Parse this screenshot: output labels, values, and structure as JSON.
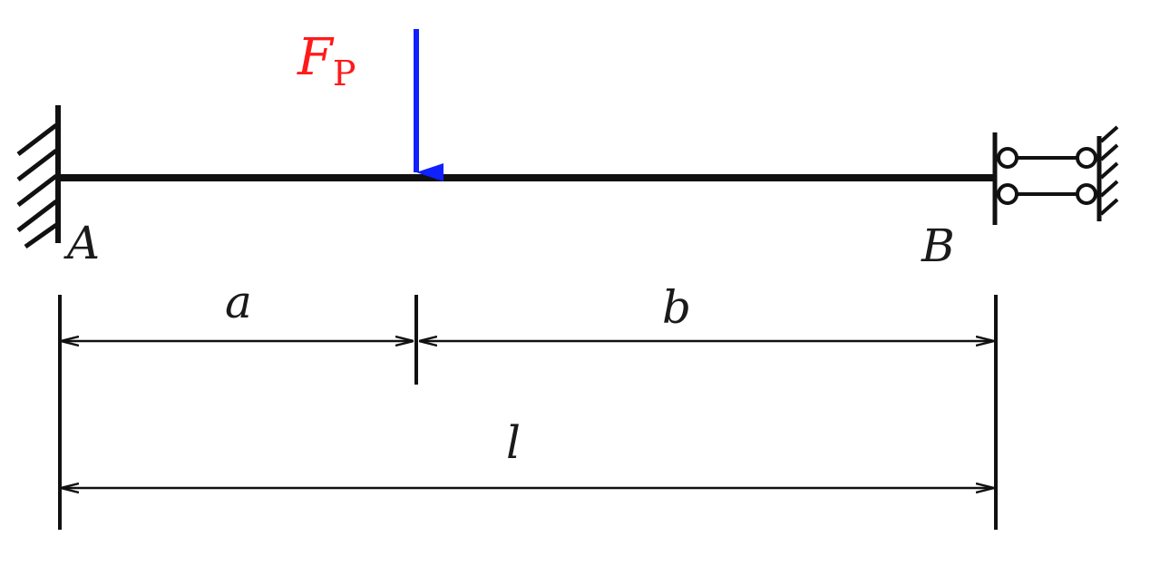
{
  "labels": {
    "support_a": "A",
    "support_b": "B",
    "dim_a": "a",
    "dim_b": "b",
    "dim_l": "l",
    "load_symbol": "F",
    "load_subscript": "P"
  },
  "colors": {
    "load_label": "#ff1a1a",
    "load_arrow": "#1020ff",
    "lines": "#111111"
  },
  "icons": {
    "support_a": "fixed-support-icon",
    "support_b": "double-link-roller-support-icon"
  }
}
